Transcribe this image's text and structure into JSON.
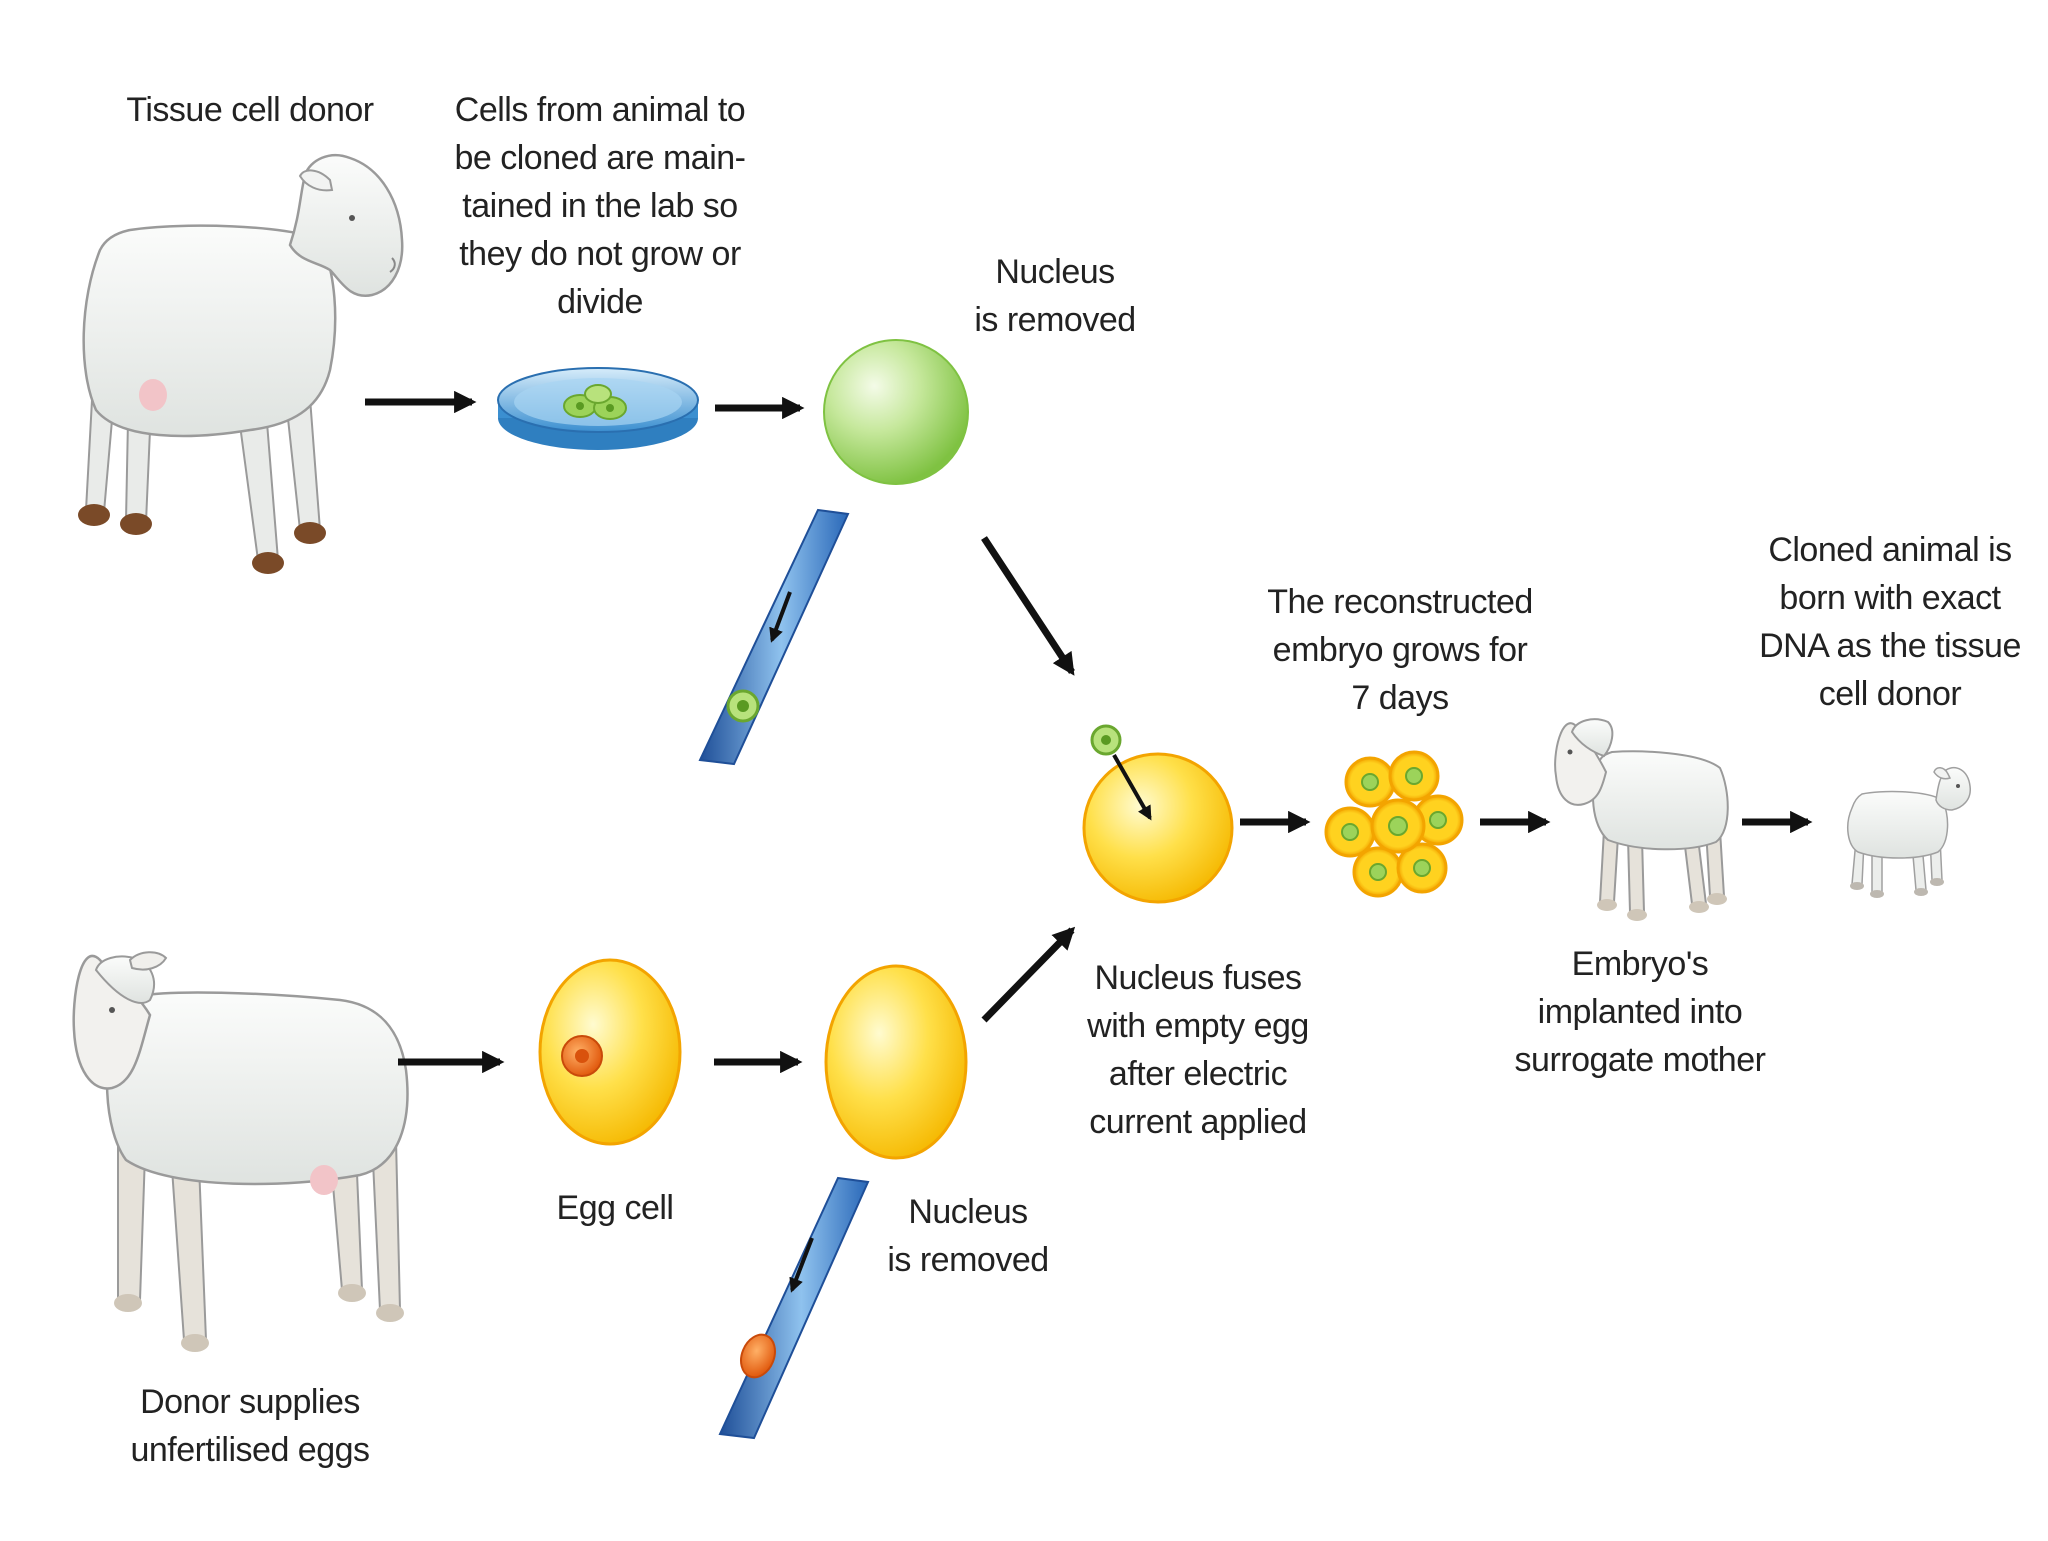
{
  "labels": {
    "tissue_cell_donor": "Tissue cell donor",
    "cells_maintained": "Cells from animal to\nbe cloned are main-\ntained in the lab so\nthey do not grow or\ndivide",
    "nucleus_removed_top": "Nucleus\nis removed",
    "reconstructed_embryo": "The reconstructed\nembryo grows for\n7 days",
    "cloned_animal": "Cloned animal is\nborn with exact\nDNA as the tissue\ncell donor",
    "nucleus_fuses": "Nucleus fuses\nwith empty egg\nafter electric\ncurrent applied",
    "embryo_implanted": "Embryo's\nimplanted into\nsurrogate mother",
    "egg_cell": "Egg cell",
    "nucleus_removed_bottom": "Nucleus\nis removed",
    "donor_supplies_eggs": "Donor supplies\nunfertilised eggs"
  },
  "colors": {
    "arrow": "#111111",
    "sheep_body": "#eef0ee",
    "sheep_outline": "#9a9a9a",
    "hoof": "#7a4a28",
    "udder": "#f2c4c8",
    "green_cell": "#9cd35a",
    "yellow_cell": "#ffd21f",
    "egg_nucleus": "#ef6a16",
    "petri_blue": "#3b8fd0",
    "pipette_blue": "#2a68b8"
  }
}
